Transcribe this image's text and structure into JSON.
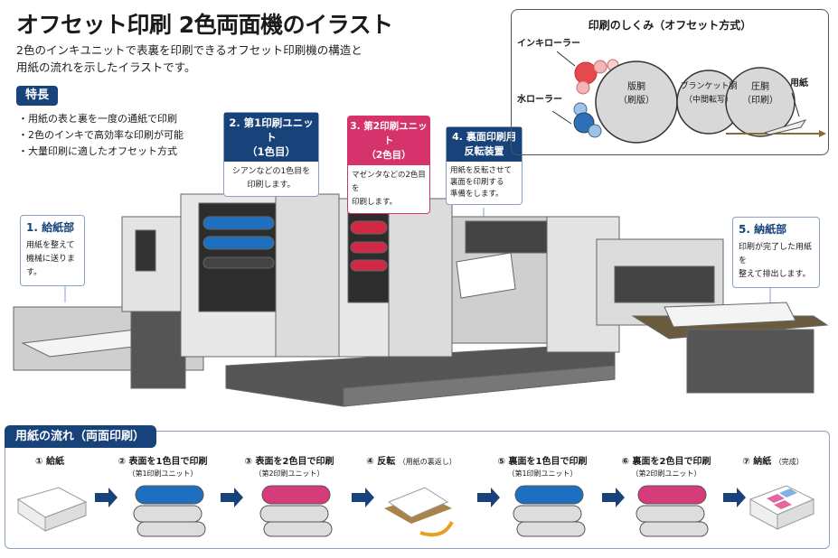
{
  "title": "オフセット印刷 2色両面機のイラスト",
  "subtitle": [
    "2色のインキユニットで表裏を印刷できるオフセット印刷機の構造と",
    "用紙の流れを示したイラストです。"
  ],
  "features": {
    "label": "特長",
    "items": [
      "・用紙の表と裏を一度の通紙で印刷",
      "・2色のインキで高効率な印刷が可能",
      "・大量印刷に適したオフセット方式"
    ]
  },
  "callouts": {
    "feed": {
      "title": "1. 給紙部",
      "body": [
        "用紙を整えて",
        "機械に送ります。"
      ]
    },
    "unit1": {
      "title": [
        "2. 第1印刷ユニット",
        "（1色目）"
      ],
      "body": [
        "シアンなどの1色目を",
        "印刷します。"
      ]
    },
    "unit2": {
      "title": [
        "3. 第2印刷ユニット",
        "（2色目）"
      ],
      "body": [
        "マゼンタなどの2色目を",
        "印刷します。"
      ]
    },
    "reverse": {
      "title": [
        "4. 裏面印刷用",
        "反転装置"
      ],
      "body": [
        "用紙を反転させて",
        "裏面を印刷する",
        "準備をします。"
      ]
    },
    "delivery": {
      "title": "5. 納紙部",
      "body": [
        "印刷が完了した用紙を",
        "整えて排出します。"
      ]
    }
  },
  "mechanism": {
    "title": "印刷のしくみ（オフセット方式）",
    "ink_roller": "インキローラー",
    "water_roller": "水ローラー",
    "cylinders": [
      {
        "name": "版胴",
        "sub": "（刷版）"
      },
      {
        "name": "ブランケット胴",
        "sub": "（中間転写）"
      },
      {
        "name": "圧胴",
        "sub": "（印刷）"
      }
    ],
    "paper": "用紙"
  },
  "flow": {
    "title": "用紙の流れ（両面印刷）",
    "steps": [
      {
        "label": "① 給紙",
        "sub": ""
      },
      {
        "label": "② 表面を1色目で印刷",
        "sub": "（第1印刷ユニット）"
      },
      {
        "label": "③ 表面を2色目で印刷",
        "sub": "（第2印刷ユニット）"
      },
      {
        "label": "④ 反転",
        "sub": "（用紙の裏返し）"
      },
      {
        "label": "⑤ 裏面を1色目で印刷",
        "sub": "（第1印刷ユニット）"
      },
      {
        "label": "⑥ 裏面を2色目で印刷",
        "sub": "（第2印刷ユニット）"
      },
      {
        "label": "⑦ 納紙",
        "sub": "（完成）"
      }
    ]
  },
  "colors": {
    "navy": "#17437a",
    "magenta": "#d6336c",
    "cyan": "#1f6fc0"
  }
}
